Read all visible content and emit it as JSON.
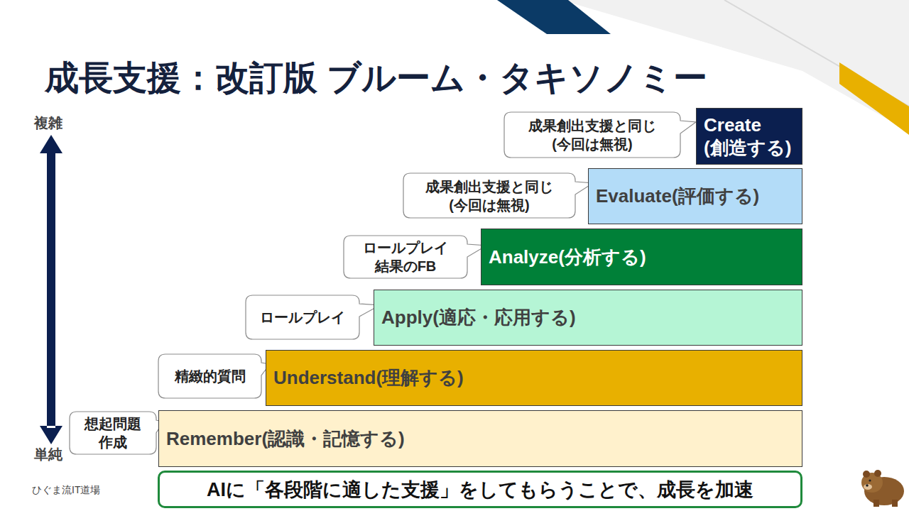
{
  "diagram": {
    "title": "成長支援：改訂版 ブルーム・タキソノミー",
    "nodes": [
      {
        "text": [
          "成果創出支援と同じ (今回は無視)"
        ]
      },
      {
        "text": [
          "Create (創造する)"
        ]
      },
      {
        "text": [
          "成果創出支援と同じ (今回は無視)"
        ]
      },
      {
        "text": [
          "Evaluate(評価する)"
        ]
      },
      {
        "text": [
          "ロールプレイ 結果のFB"
        ]
      },
      {
        "text": [
          "Analyze(分析する)"
        ]
      },
      {
        "text": [
          "ロールプレイ"
        ]
      },
      {
        "text": [
          "Apply(適応・応用する)"
        ]
      },
      {
        "text": [
          "精緻的質問"
        ]
      },
      {
        "text": [
          "Understand(理解する)"
        ]
      },
      {
        "text": [
          "想起問題 作成"
        ]
      },
      {
        "text": [
          "Remember(認識・記憶する)"
        ]
      },
      {
        "text": [
          "AIに「各段階に適した支援」をしてもらうことで、成長を加速"
        ]
      }
    ],
    "labels": [
      "複雑",
      "単純",
      "ひぐま流IT道場"
    ]
  }
}
